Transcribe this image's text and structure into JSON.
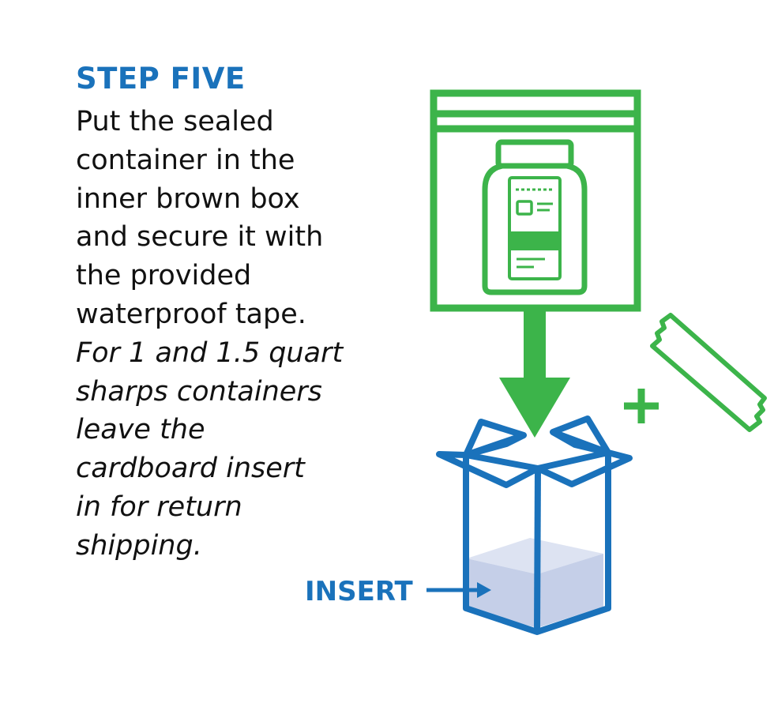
{
  "step": {
    "title": "STEP FIVE",
    "body_lines": [
      "Put the sealed",
      "container in the",
      "inner brown box",
      "and secure it with",
      "the provided",
      "waterproof tape."
    ],
    "note_lines": [
      "For 1 and 1.5 quart",
      "sharps containers",
      "leave the",
      "cardboard insert",
      "in for return",
      "shipping."
    ]
  },
  "illustration": {
    "insert_label": "INSERT",
    "plus_symbol": "+",
    "icons": [
      "sealed-bag-icon",
      "sharps-container-icon",
      "down-arrow-icon",
      "plus-icon",
      "tape-strip-icon",
      "open-box-icon",
      "cardboard-insert-icon",
      "insert-pointer-arrow-icon"
    ]
  },
  "colors": {
    "blue": "#1a72bb",
    "green": "#3cb44a",
    "insert_fill": "#c5cfe8",
    "text": "#111111"
  }
}
